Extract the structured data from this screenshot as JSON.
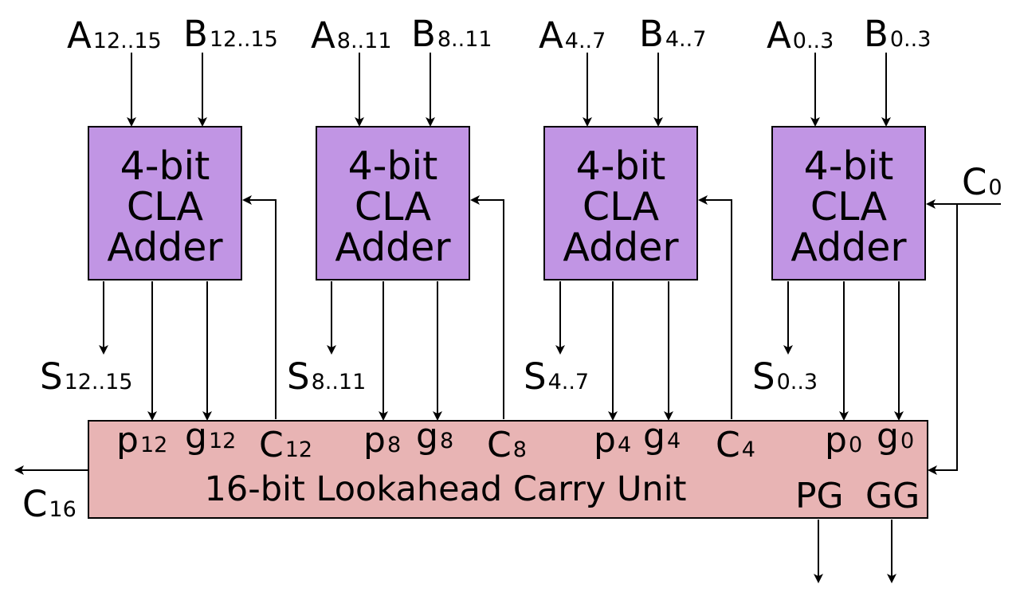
{
  "adders": [
    {
      "line1": "4-bit",
      "line2": "CLA",
      "line3": "Adder",
      "a_main": "A",
      "a_sub": "12..15",
      "b_main": "B",
      "b_sub": "12..15",
      "s_main": "S",
      "s_sub": "12..15"
    },
    {
      "line1": "4-bit",
      "line2": "CLA",
      "line3": "Adder",
      "a_main": "A",
      "a_sub": "8..11",
      "b_main": "B",
      "b_sub": "8..11",
      "s_main": "S",
      "s_sub": "8..11"
    },
    {
      "line1": "4-bit",
      "line2": "CLA",
      "line3": "Adder",
      "a_main": "A",
      "a_sub": "4..7",
      "b_main": "B",
      "b_sub": "4..7",
      "s_main": "S",
      "s_sub": "4..7"
    },
    {
      "line1": "4-bit",
      "line2": "CLA",
      "line3": "Adder",
      "a_main": "A",
      "a_sub": "0..3",
      "b_main": "B",
      "b_sub": "0..3",
      "s_main": "S",
      "s_sub": "0..3"
    }
  ],
  "lcu": {
    "title": "16-bit Lookahead Carry Unit",
    "ports": [
      {
        "main": "p",
        "sub": "12"
      },
      {
        "main": "g",
        "sub": "12"
      },
      {
        "main": "C",
        "sub": "12"
      },
      {
        "main": "p",
        "sub": "8"
      },
      {
        "main": "g",
        "sub": "8"
      },
      {
        "main": "C",
        "sub": "8"
      },
      {
        "main": "p",
        "sub": "4"
      },
      {
        "main": "g",
        "sub": "4"
      },
      {
        "main": "C",
        "sub": "4"
      },
      {
        "main": "p",
        "sub": "0"
      },
      {
        "main": "g",
        "sub": "0"
      }
    ],
    "pg": "PG",
    "gg": "GG"
  },
  "carry_in": {
    "main": "C",
    "sub": "0"
  },
  "carry_out": {
    "main": "C",
    "sub": "16"
  },
  "colors": {
    "adder_fill": "#c195e4",
    "lcu_fill": "#e8b4b4",
    "stroke": "#000000"
  }
}
